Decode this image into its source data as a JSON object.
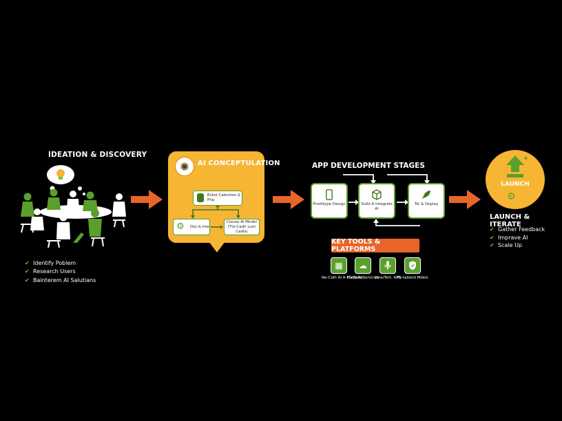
{
  "colors": {
    "background": "#000000",
    "green": "#5aa02c",
    "orange": "#e8652a",
    "yellow": "#f6b533"
  },
  "stages": {
    "ideation": {
      "title": "IDEATION & DISCOVERY",
      "items": [
        "Identify Poblem",
        "Research Users",
        "Bainterem AI Salutians"
      ]
    },
    "concept": {
      "title": "AI CONCEPTULATION",
      "data_box": "Exlist Calection & Pnp",
      "dev_box": "Dss & Irse",
      "model_box": "Clouse Al Mndel (Tlo-Cadi) Lum Cadis)"
    },
    "development": {
      "title": "APP DEVELOPMENT STAGES",
      "steps": [
        "Prrotitype Dasign",
        "Sulld A Integrets Al",
        "Tst & Deploy"
      ]
    },
    "tools": {
      "title": "KEY TOOLS & PLATFORMS",
      "items": [
        "Ne-Cidh AI A Platfams",
        "Cloid Al Services",
        "Vine/Tert. APS",
        "Pe-tailend Mdels"
      ]
    },
    "launch": {
      "badge": "LAUNCH",
      "title": "LAUNCH & ITERATE",
      "items": [
        "Gather Feedback",
        "Imprave AI",
        "Scale Up"
      ]
    }
  },
  "icons": [
    "people-meeting-icon",
    "lightbulb-icon",
    "brain-icon",
    "database-icon",
    "gear-icon",
    "phone-icon",
    "cube-icon",
    "rocket-icon",
    "calculator-icon",
    "cloud-icon",
    "microphone-icon",
    "shield-icon",
    "upload-arrow-icon",
    "check-icon"
  ]
}
